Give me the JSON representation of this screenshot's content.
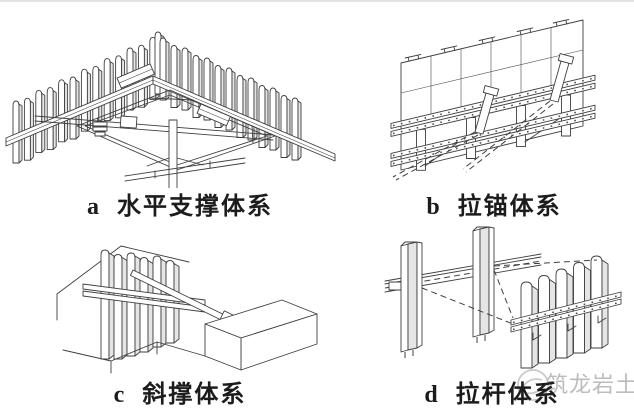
{
  "figures": [
    {
      "id": "a",
      "caption": "a 水平支撑体系"
    },
    {
      "id": "b",
      "caption": "b 拉锚体系"
    },
    {
      "id": "c",
      "caption": "c 斜撑体系"
    },
    {
      "id": "d",
      "caption": "d 拉杆体系"
    }
  ],
  "watermark": {
    "text": "筑龙岩土"
  },
  "colors": {
    "background": "#ffffff",
    "line": "#3f3f3f",
    "caption": "#1c1c1c",
    "watermark": "#bcbcbc"
  }
}
